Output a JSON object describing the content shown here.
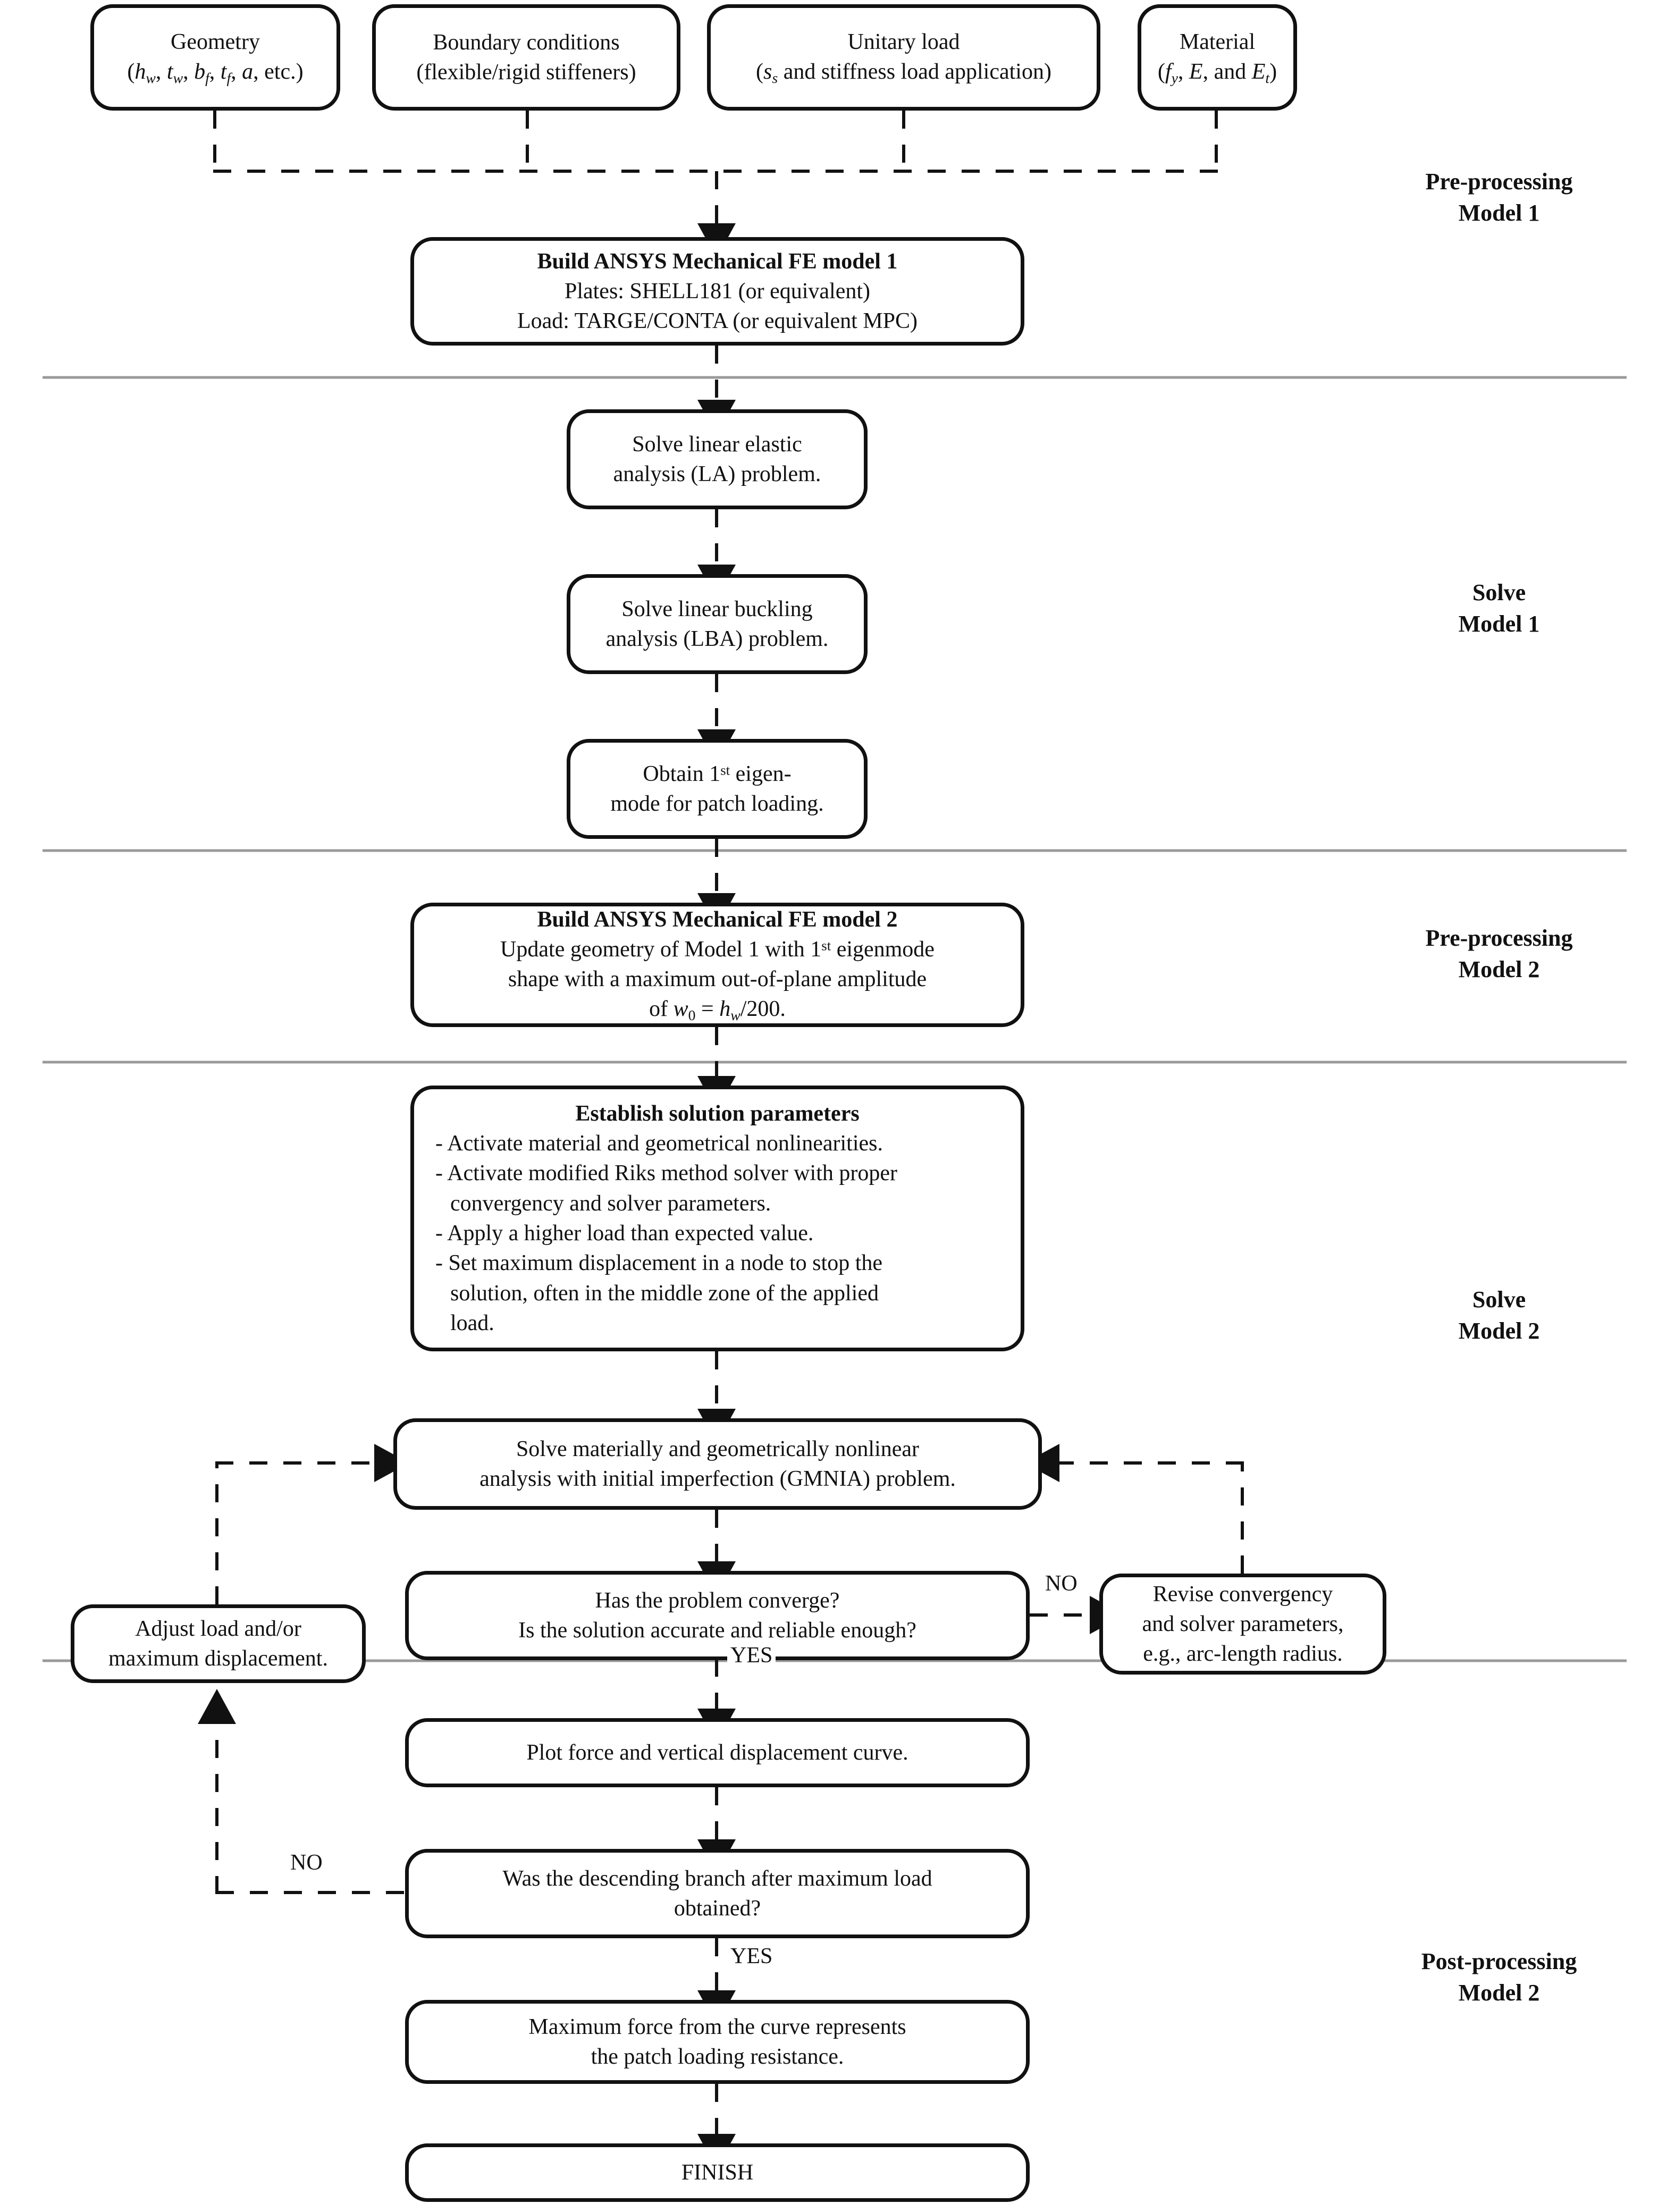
{
  "inputs": [
    {
      "id": "geometry",
      "line1": "Geometry",
      "line2": "(h_w, t_w, b_f, t_f, a, etc.)"
    },
    {
      "id": "boundary-conditions",
      "line1": "Boundary conditions",
      "line2": "(flexible/rigid stiffeners)"
    },
    {
      "id": "unitary-load",
      "line1": "Unitary load",
      "line2": "(s_s and stiffness load application)"
    },
    {
      "id": "material",
      "line1": "Material",
      "line2": "(f_y, E, and E_t)"
    }
  ],
  "nodes": {
    "build_model1": {
      "title": "Build ANSYS Mechanical FE model 1",
      "line2": "Plates: SHELL181 (or equivalent)",
      "line3": "Load: TARGE/CONTA (or equivalent MPC)"
    },
    "solve_la": {
      "line1": "Solve linear elastic",
      "line2": "analysis (LA) problem."
    },
    "solve_lba": {
      "line1": "Solve linear buckling",
      "line2": "analysis (LBA) problem."
    },
    "obtain_eigen": {
      "line1": "Obtain 1st eigen-",
      "line2": "mode for patch loading."
    },
    "build_model2": {
      "title": "Build ANSYS Mechanical FE model 2",
      "line2": "Update geometry of Model 1 with 1st eigenmode",
      "line3": "shape with a maximum out-of-plane amplitude",
      "line4": "of w_0 = h_w/200."
    },
    "establish_params": {
      "title": "Establish solution parameters",
      "bullets": [
        "- Activate material and geometrical nonlinearities.",
        "- Activate modified Riks method solver with proper",
        "convergency and solver parameters.",
        "- Apply a higher load than expected value.",
        "- Set maximum displacement in a node to stop the",
        "solution, often in the middle zone of the applied",
        "load."
      ]
    },
    "gmnia": {
      "line1": "Solve materially and geometrically nonlinear",
      "line2": "analysis with initial imperfection (GMNIA) problem."
    },
    "converge_q": {
      "line1": "Has the problem converge?",
      "line2": "Is the solution accurate and reliable enough?"
    },
    "revise": {
      "line1": "Revise convergency",
      "line2": "and solver parameters,",
      "line3": "e.g., arc-length radius."
    },
    "adjust": {
      "line1": "Adjust load and/or",
      "line2": "maximum displacement."
    },
    "plot_curve": {
      "line1": "Plot force and vertical displacement curve."
    },
    "descending_q": {
      "line1": "Was the descending branch after maximum load",
      "line2": "obtained?"
    },
    "max_force": {
      "line1": "Maximum force from the curve represents",
      "line2": "the patch loading resistance."
    },
    "finish": {
      "line1": "FINISH"
    }
  },
  "edge_labels": {
    "no_converge": "NO",
    "yes_converge": "YES",
    "no_descending": "NO",
    "yes_descending": "YES"
  },
  "stages": [
    {
      "id": "pre-processing-model-1",
      "line1": "Pre-processing",
      "line2": "Model 1"
    },
    {
      "id": "solve-model-1",
      "line1": "Solve",
      "line2": "Model 1"
    },
    {
      "id": "pre-processing-model-2",
      "line1": "Pre-processing",
      "line2": "Model 2"
    },
    {
      "id": "solve-model-2",
      "line1": "Solve",
      "line2": "Model 2"
    },
    {
      "id": "post-processing-model-2",
      "line1": "Post-processing",
      "line2": "Model 2"
    }
  ],
  "colors": {
    "ink": "#111111",
    "divider": "#9a9a9a",
    "background": "#ffffff"
  }
}
